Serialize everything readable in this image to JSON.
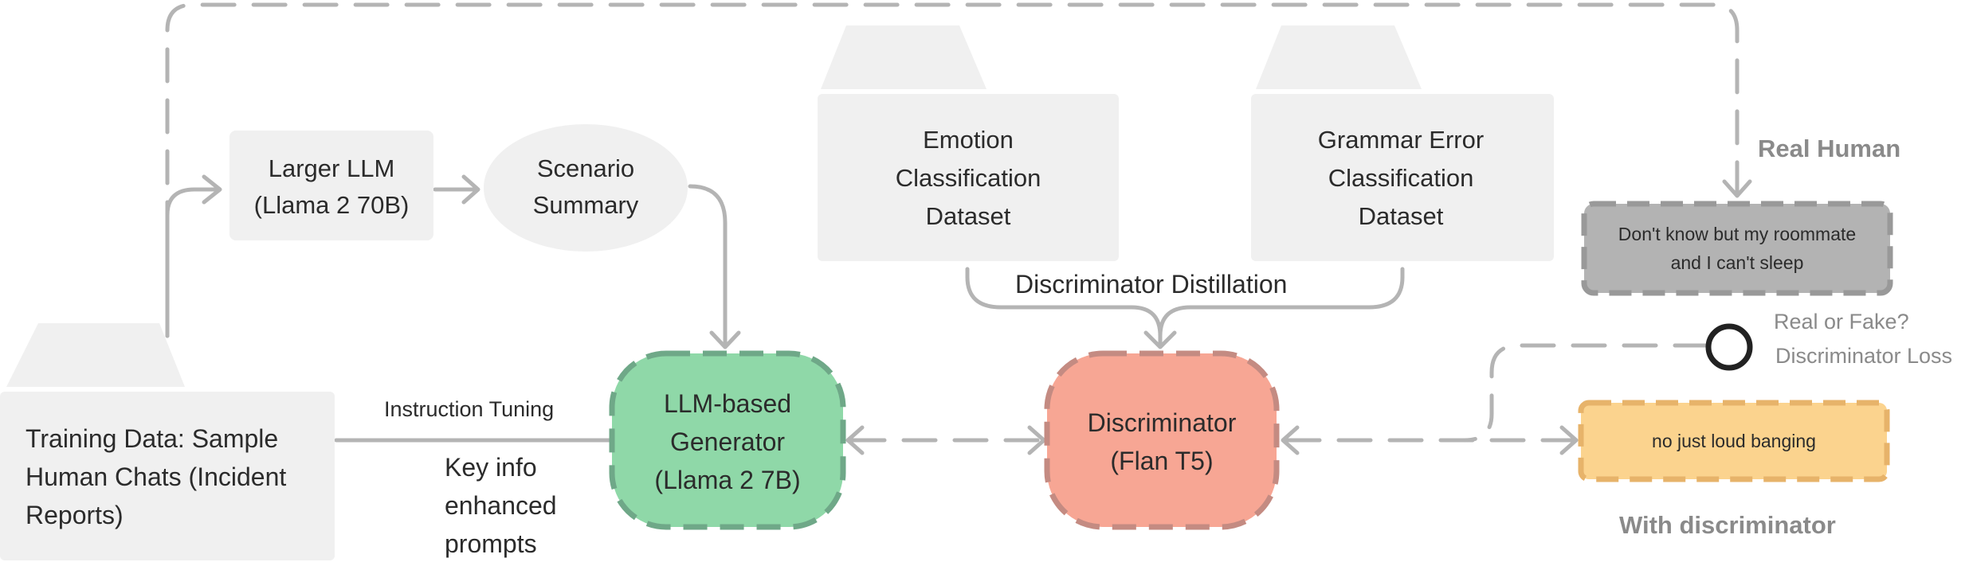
{
  "nodes": {
    "training_data": {
      "lines": [
        "Training Data: Sample",
        "Human Chats (Incident",
        "Reports)"
      ]
    },
    "larger_llm": {
      "lines": [
        "Larger LLM",
        "(Llama 2 70B)"
      ]
    },
    "scenario_summary": {
      "lines": [
        "Scenario",
        "Summary"
      ]
    },
    "emotion_dataset": {
      "lines": [
        "Emotion",
        "Classification",
        "Dataset"
      ]
    },
    "grammar_dataset": {
      "lines": [
        "Grammar Error",
        "Classification",
        "Dataset"
      ]
    },
    "generator": {
      "lines": [
        "LLM-based",
        "Generator",
        "(Llama 2 7B)"
      ]
    },
    "discriminator": {
      "lines": [
        "Discriminator",
        "(Flan T5)"
      ]
    },
    "real_human_chat": {
      "lines": [
        "Don't know but my roommate",
        "and I can't sleep"
      ]
    },
    "generated_chat": {
      "lines": [
        "no just loud banging"
      ]
    }
  },
  "labels": {
    "instruction_tuning": "Instruction Tuning",
    "key_info": [
      "Key info",
      "enhanced",
      "prompts"
    ],
    "discriminator_distillation": "Discriminator Distillation",
    "real_or_fake": "Real or Fake?",
    "discriminator_loss": "Discriminator Loss",
    "real_human": "Real Human",
    "with_discriminator": "With discriminator"
  },
  "colors": {
    "box_fill": "#f0f0f0",
    "line": "#b4b4b4",
    "generator_fill": "#8fd8a8",
    "generator_border": "#6fa888",
    "discriminator_fill": "#f7a694",
    "discriminator_border": "#c48b82",
    "real_human_fill": "#b3b3b3",
    "real_human_border": "#999999",
    "generated_fill": "#fbd38e",
    "generated_border": "#e7b36a"
  }
}
